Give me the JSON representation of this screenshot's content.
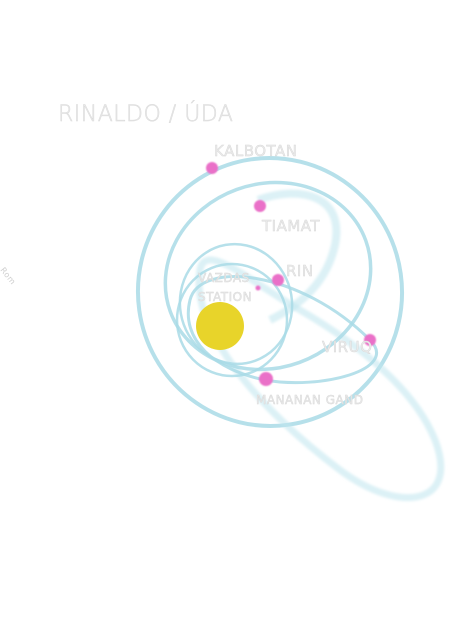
{
  "system_title": "RINALDO / ÚDA",
  "edge_label": "Rom",
  "star": {
    "color": "#e8d42a"
  },
  "planet_color": "#ea6fc8",
  "orbit_color": "#a9dbe6",
  "bodies": {
    "kalbotan": "KALBOTAN",
    "tiamat": "TIAMAT",
    "rin": "RIN",
    "vazdas_station_line1": "VAZDAS",
    "vazdas_station_line2": "STATION",
    "viruq": "VIRUQ",
    "mananan_gand": "MANANAN GAND"
  }
}
